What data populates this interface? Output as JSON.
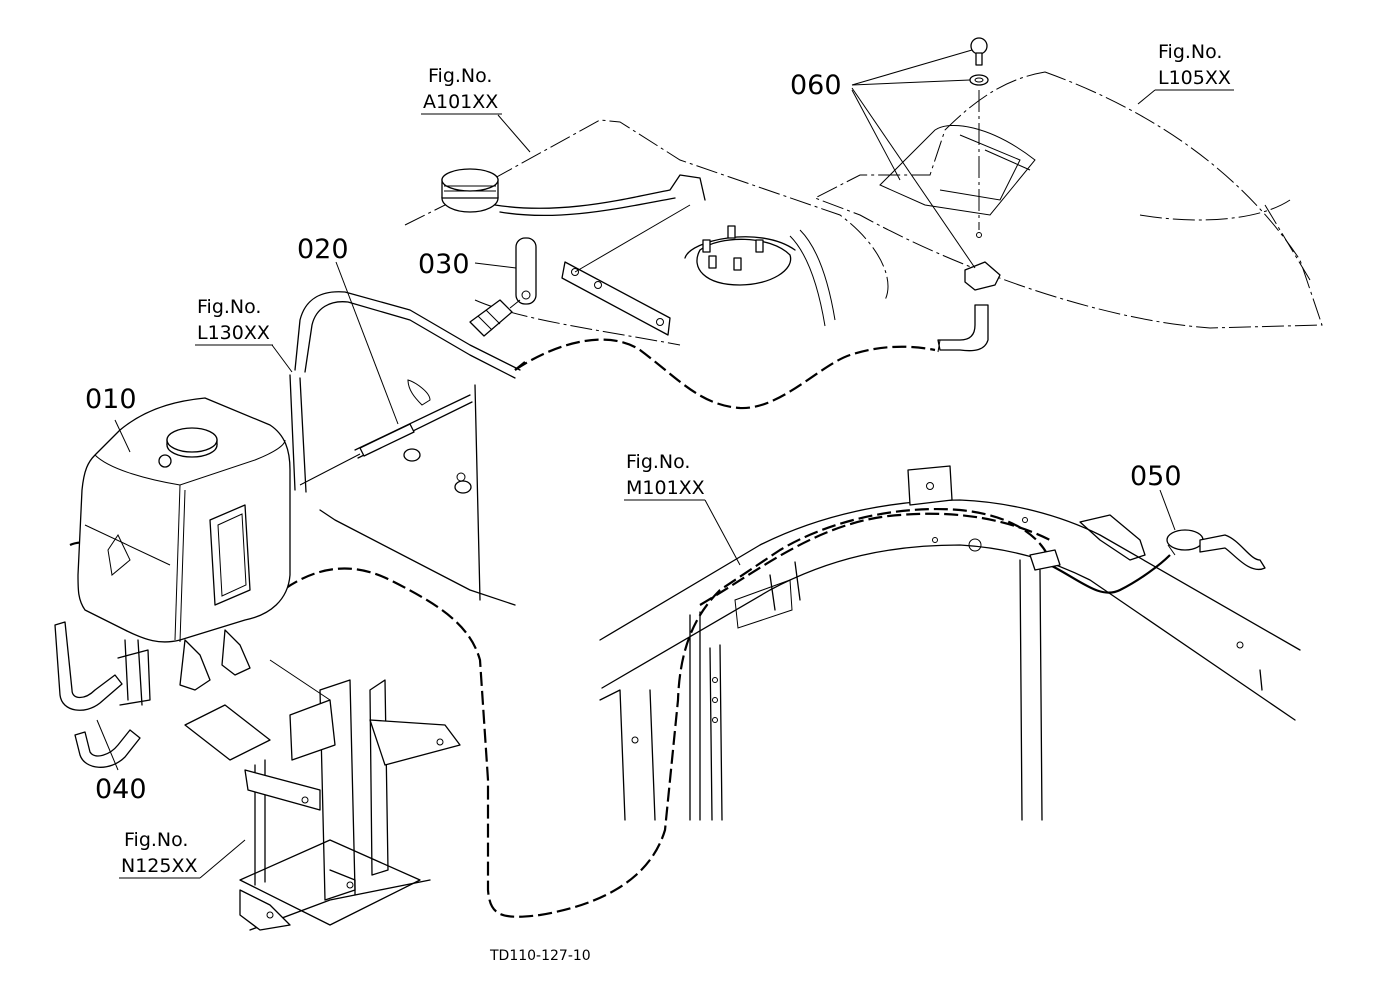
{
  "labels": {
    "p010": "010",
    "p020": "020",
    "p030": "030",
    "p040": "040",
    "p050": "050",
    "p060": "060"
  },
  "figure_refs": {
    "a101": {
      "title": "Fig.No.",
      "code": "A101XX"
    },
    "l105": {
      "title": "Fig.No.",
      "code": "L105XX"
    },
    "l130": {
      "title": "Fig.No.",
      "code": "L130XX"
    },
    "m101": {
      "title": "Fig.No.",
      "code": "M101XX"
    },
    "n125": {
      "title": "Fig.No.",
      "code": "N125XX"
    }
  },
  "drawing_code": "TD110-127-10"
}
